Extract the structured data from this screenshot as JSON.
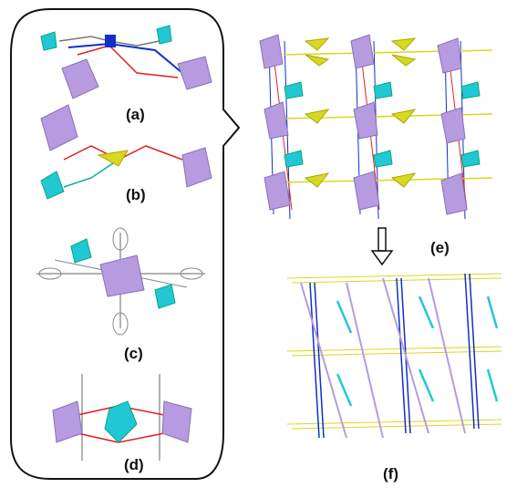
{
  "figure": {
    "panels": [
      {
        "id": "a",
        "label": "(a)"
      },
      {
        "id": "b",
        "label": "(b)"
      },
      {
        "id": "c",
        "label": "(c)"
      },
      {
        "id": "d",
        "label": "(d)"
      },
      {
        "id": "e",
        "label": "(e)"
      },
      {
        "id": "f",
        "label": "(f)"
      }
    ],
    "colors": {
      "lavender_polyhedron": "#b79be0",
      "cyan_polyhedron": "#22c7d6",
      "yellow_triangle": "#d8d820",
      "blue_bond": "#1030c8",
      "red_bond": "#e02020",
      "bracket": "#111111"
    }
  }
}
